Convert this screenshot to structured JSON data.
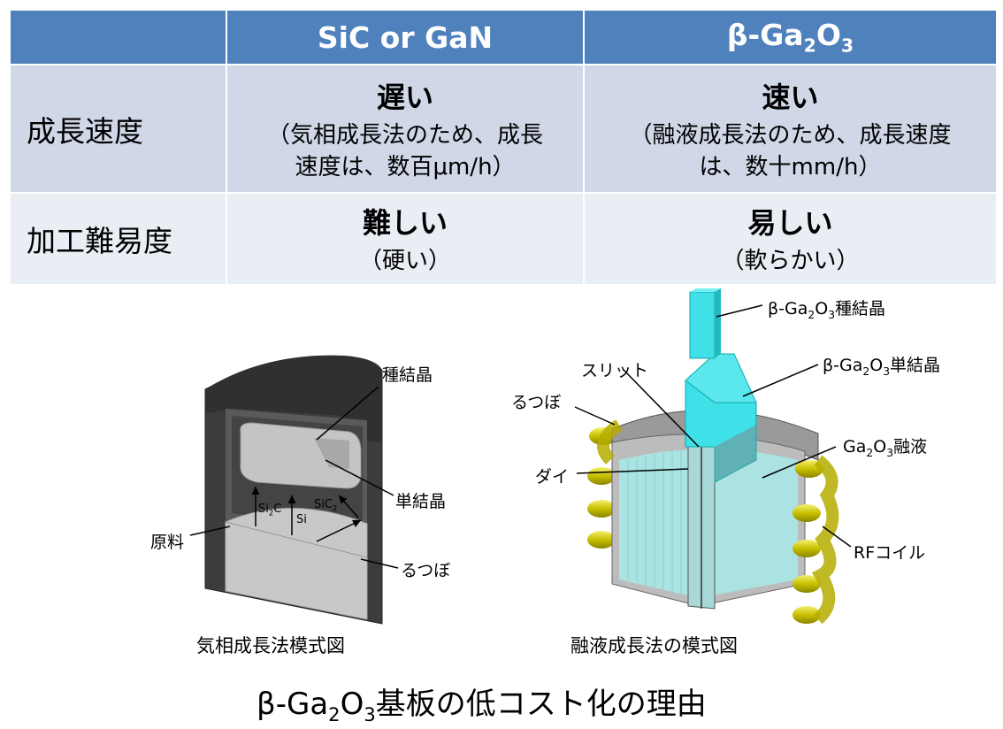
{
  "table": {
    "header": {
      "empty": "",
      "col1": "SiC or GaN",
      "col2_prefix": "β-Ga",
      "col2_sub1": "2",
      "col2_mid": "O",
      "col2_sub2": "3"
    },
    "rows": [
      {
        "label": "成長速度",
        "col1_main": "遅い",
        "col1_detail_line1": "（気相成長法のため、成長",
        "col1_detail_line2": "速度は、数百μm/h）",
        "col2_main": "速い",
        "col2_detail_line1": "（融液成長法のため、成長速度",
        "col2_detail_line2": "は、数十mm/h）"
      },
      {
        "label": "加工難易度",
        "col1_main": "難しい",
        "col1_detail": "（硬い）",
        "col2_main": "易しい",
        "col2_detail": "（軟らかい）"
      }
    ]
  },
  "left_diagram": {
    "labels": {
      "seed": "種結晶",
      "single_crystal": "単結晶",
      "raw_material": "原料",
      "crucible": "るつぼ",
      "si2c_prefix": "Si",
      "si2c_sub": "2",
      "si2c_suffix": "C",
      "si": "Si",
      "sic2_prefix": "SiC",
      "sic2_sub": "2"
    },
    "caption": "気相成長法模式図"
  },
  "right_diagram": {
    "labels": {
      "seed_prefix": "β-Ga",
      "seed_sub1": "2",
      "seed_mid": "O",
      "seed_sub2": "3",
      "seed_suffix": "種結晶",
      "single_prefix": "β-Ga",
      "single_sub1": "2",
      "single_mid": "O",
      "single_sub2": "3",
      "single_suffix": "単結晶",
      "slit": "スリット",
      "crucible": "るつぼ",
      "die": "ダイ",
      "melt_prefix": "Ga",
      "melt_sub1": "2",
      "melt_mid": "O",
      "melt_sub2": "3",
      "melt_suffix": "融液",
      "rf_coil": "RFコイル"
    },
    "caption": "融液成長法の模式図"
  },
  "footer": {
    "prefix": "β-Ga",
    "sub1": "2",
    "mid": "O",
    "sub2": "3",
    "suffix": "基板の低コスト化の理由"
  },
  "colors": {
    "header_bg": "#4f81bd",
    "row1_bg": "#d0d8e8",
    "row2_bg": "#e9edf4",
    "crystal": "#40e0e8",
    "melt": "#a8e6e6",
    "coil": "#e8e000"
  }
}
